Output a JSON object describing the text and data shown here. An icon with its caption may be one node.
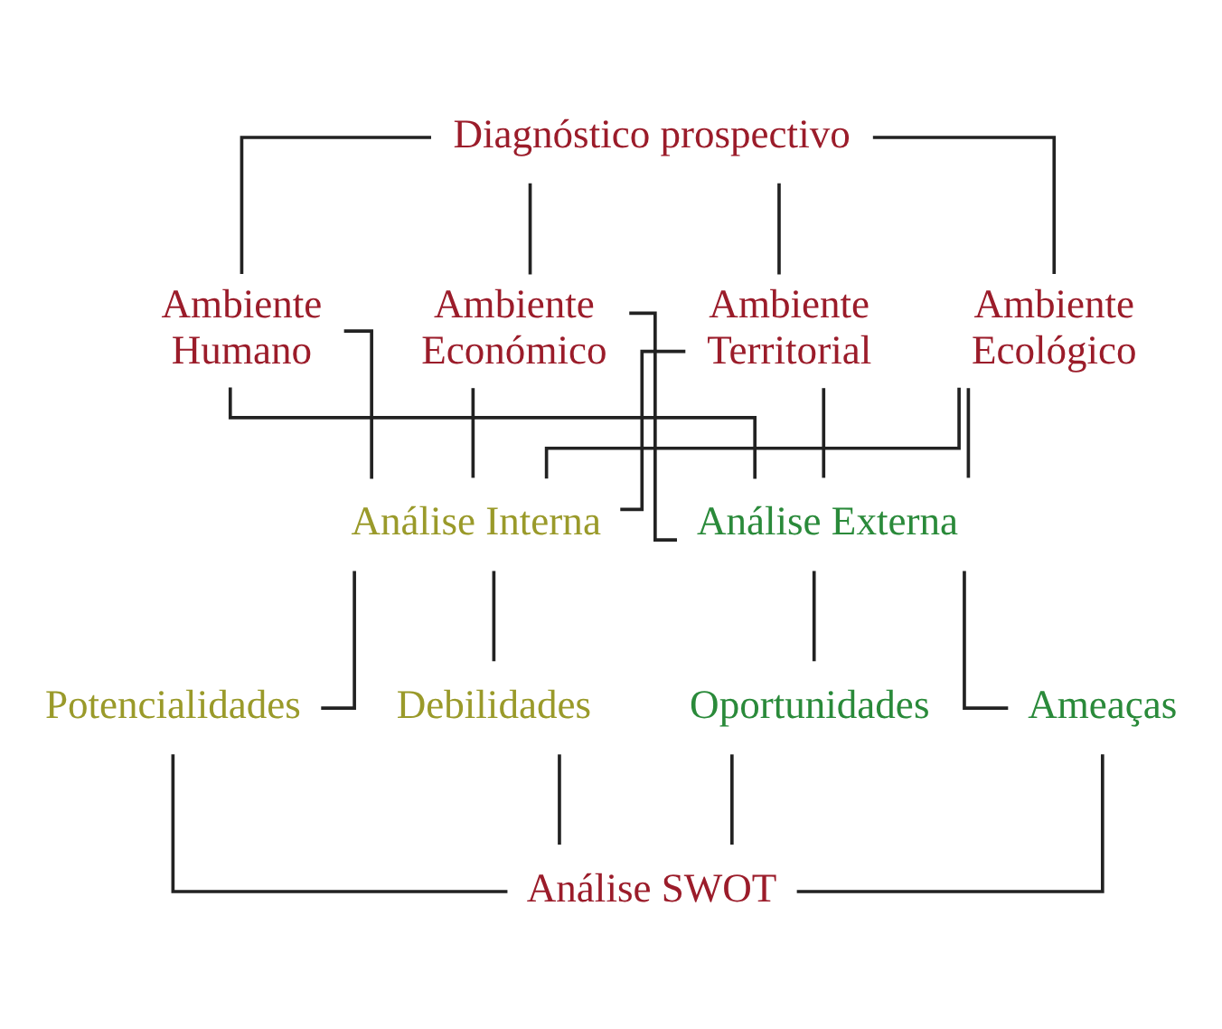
{
  "diagram": {
    "nodes": [
      {
        "text": [
          "Diagnóstico prospectivo"
        ]
      },
      {
        "text": [
          "Ambiente Humano"
        ]
      },
      {
        "text": [
          "Ambiente Económico"
        ]
      },
      {
        "text": [
          "Ambiente Territorial"
        ]
      },
      {
        "text": [
          "Ambiente Ecológico"
        ]
      },
      {
        "text": [
          "Análise Interna"
        ]
      },
      {
        "text": [
          "Análise Externa"
        ]
      },
      {
        "text": [
          "Potencialidades"
        ]
      },
      {
        "text": [
          "Debilidades"
        ]
      },
      {
        "text": [
          "Oportunidades"
        ]
      },
      {
        "text": [
          "Ameaças"
        ]
      },
      {
        "text": [
          "Análise SWOT"
        ]
      }
    ],
    "edges": [
      {
        "from": 0,
        "to": 1,
        "arrow": "none"
      },
      {
        "from": 0,
        "to": 2,
        "arrow": "none"
      },
      {
        "from": 0,
        "to": 3,
        "arrow": "none"
      },
      {
        "from": 0,
        "to": 4,
        "arrow": "none"
      },
      {
        "from": 1,
        "to": 5,
        "arrow": "none"
      },
      {
        "from": 1,
        "to": 6,
        "arrow": "none"
      },
      {
        "from": 2,
        "to": 5,
        "arrow": "none"
      },
      {
        "from": 2,
        "to": 6,
        "arrow": "none"
      },
      {
        "from": 3,
        "to": 5,
        "arrow": "none"
      },
      {
        "from": 3,
        "to": 6,
        "arrow": "none"
      },
      {
        "from": 4,
        "to": 5,
        "arrow": "none"
      },
      {
        "from": 4,
        "to": 6,
        "arrow": "none"
      },
      {
        "from": 5,
        "to": 7,
        "arrow": "none"
      },
      {
        "from": 5,
        "to": 8,
        "arrow": "none"
      },
      {
        "from": 6,
        "to": 9,
        "arrow": "none"
      },
      {
        "from": 6,
        "to": 10,
        "arrow": "none"
      },
      {
        "from": 7,
        "to": 11,
        "arrow": "none"
      },
      {
        "from": 8,
        "to": 11,
        "arrow": "none"
      },
      {
        "from": 9,
        "to": 11,
        "arrow": "none"
      },
      {
        "from": 10,
        "to": 11,
        "arrow": "none"
      }
    ]
  }
}
